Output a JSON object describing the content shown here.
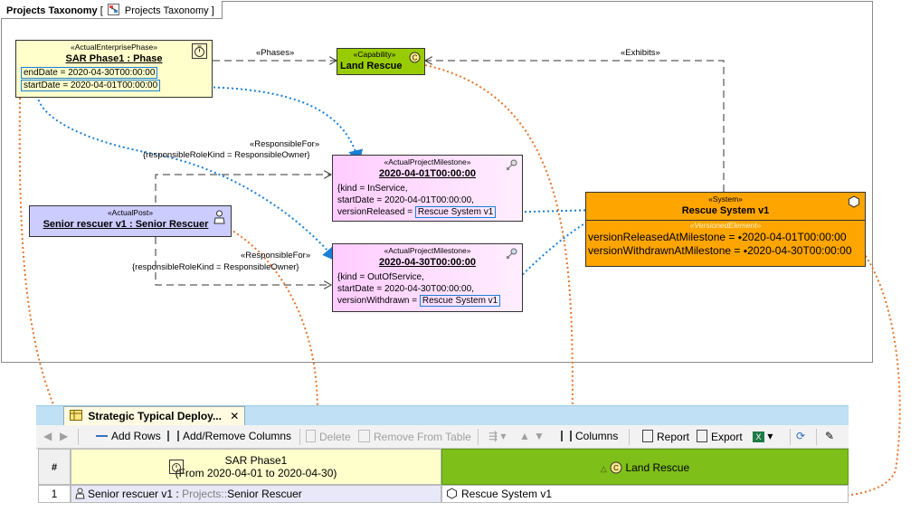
{
  "diagram": {
    "frame_title_bold": "Projects Taxonomy",
    "frame_title_ref": "Projects Taxonomy",
    "phase": {
      "stereotype": "«ActualEnterprisePhase»",
      "name": "SAR Phase1 : Phase",
      "end_date": "endDate = 2020-04-30T00:00:00",
      "start_date": "startDate = 2020-04-01T00:00:00"
    },
    "capability": {
      "stereotype": "«Capability»",
      "name": "Land Rescue"
    },
    "post": {
      "stereotype": "«ActualPost»",
      "name": "Senior rescuer v1 : Senior Rescuer"
    },
    "milestone1": {
      "stereotype": "«ActualProjectMilestone»",
      "name": "2020-04-01T00:00:00",
      "kind": "{kind = InService,",
      "start": "startDate = 2020-04-01T00:00:00,",
      "version_label": "versionReleased =",
      "version_value": "Rescue System v1"
    },
    "milestone2": {
      "stereotype": "«ActualProjectMilestone»",
      "name": "2020-04-30T00:00:00",
      "kind": "{kind = OutOfService,",
      "start": "startDate = 2020-04-30T00:00:00,",
      "version_label": "versionWithdrawn =",
      "version_value": "Rescue System v1"
    },
    "system": {
      "stereotype": "«System»",
      "name": "Rescue System v1",
      "section": "«VersionedElement»",
      "released_label": "versionReleasedAtMilestone =",
      "released_value": "2020-04-01T00:00:00",
      "withdrawn_label": "versionWithdrawnAtMilestone =",
      "withdrawn_value": "2020-04-30T00:00:00"
    },
    "edges": {
      "phases": "«Phases»",
      "exhibits": "«Exhibits»",
      "responsible1_stereo": "«ResponsibleFor»",
      "responsible1_kind": "{responsibleRoleKind = ResponsibleOwner}",
      "responsible2_stereo": "«ResponsibleFor»",
      "responsible2_kind": "{responsibleRoleKind = ResponsibleOwner}"
    }
  },
  "table": {
    "tab_label": "Strategic Typical Deploy...",
    "tab_close": "✕",
    "toolbar": {
      "add_rows": "Add Rows",
      "add_remove_columns": "Add/Remove Columns",
      "delete": "Delete",
      "remove_from_table": "Remove From Table",
      "columns": "Columns",
      "report": "Report",
      "export": "Export"
    },
    "header": {
      "num": "#",
      "phase_line1": "SAR Phase1",
      "phase_line2": "(From 2020-04-01 to 2020-04-30)",
      "capability": "Land Rescue"
    },
    "rows": [
      {
        "num": "1",
        "post_name": "Senior rescuer v1 :",
        "post_qualifier": "Projects::",
        "post_type": "Senior Rescuer",
        "system": "Rescue System v1"
      }
    ]
  },
  "colors": {
    "phase_fill": "#ffffcc",
    "capability_fill": "#99cc00",
    "post_fill": "#ccccff",
    "milestone_fill": "#ffccff",
    "system_fill": "#ffa500",
    "highlight_blue": "#1a7fd6",
    "trace_orange": "#e8732a",
    "cap_column": "#7fbf1a"
  }
}
